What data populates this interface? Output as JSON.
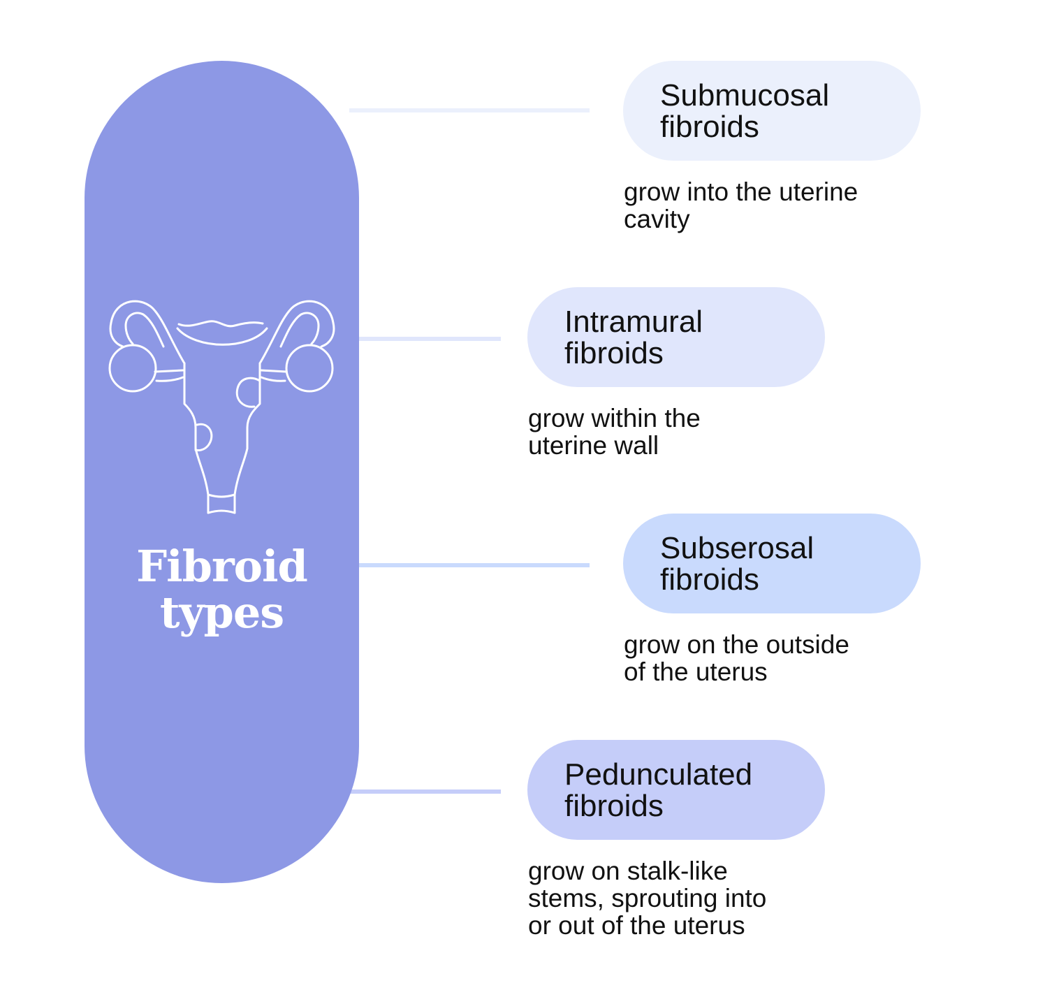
{
  "title": "Fibroid\ntypes",
  "icon": "uterus-icon",
  "colors": {
    "main_pill": "#8d98e5",
    "submucosal": "#ebf0fc",
    "intramural": "#e0e6fc",
    "subserosal": "#c9dafd",
    "pedunculated": "#c5cdf9"
  },
  "types": [
    {
      "name": "Submucosal\nfibroids",
      "description": "grow into the uterine\ncavity"
    },
    {
      "name": "Intramural\nfibroids",
      "description": "grow within the\nuterine wall"
    },
    {
      "name": "Subserosal\nfibroids",
      "description": "grow on the outside\nof the uterus"
    },
    {
      "name": "Pedunculated\nfibroids",
      "description": "grow on stalk-like\nstems, sprouting into\nor out of the uterus"
    }
  ]
}
